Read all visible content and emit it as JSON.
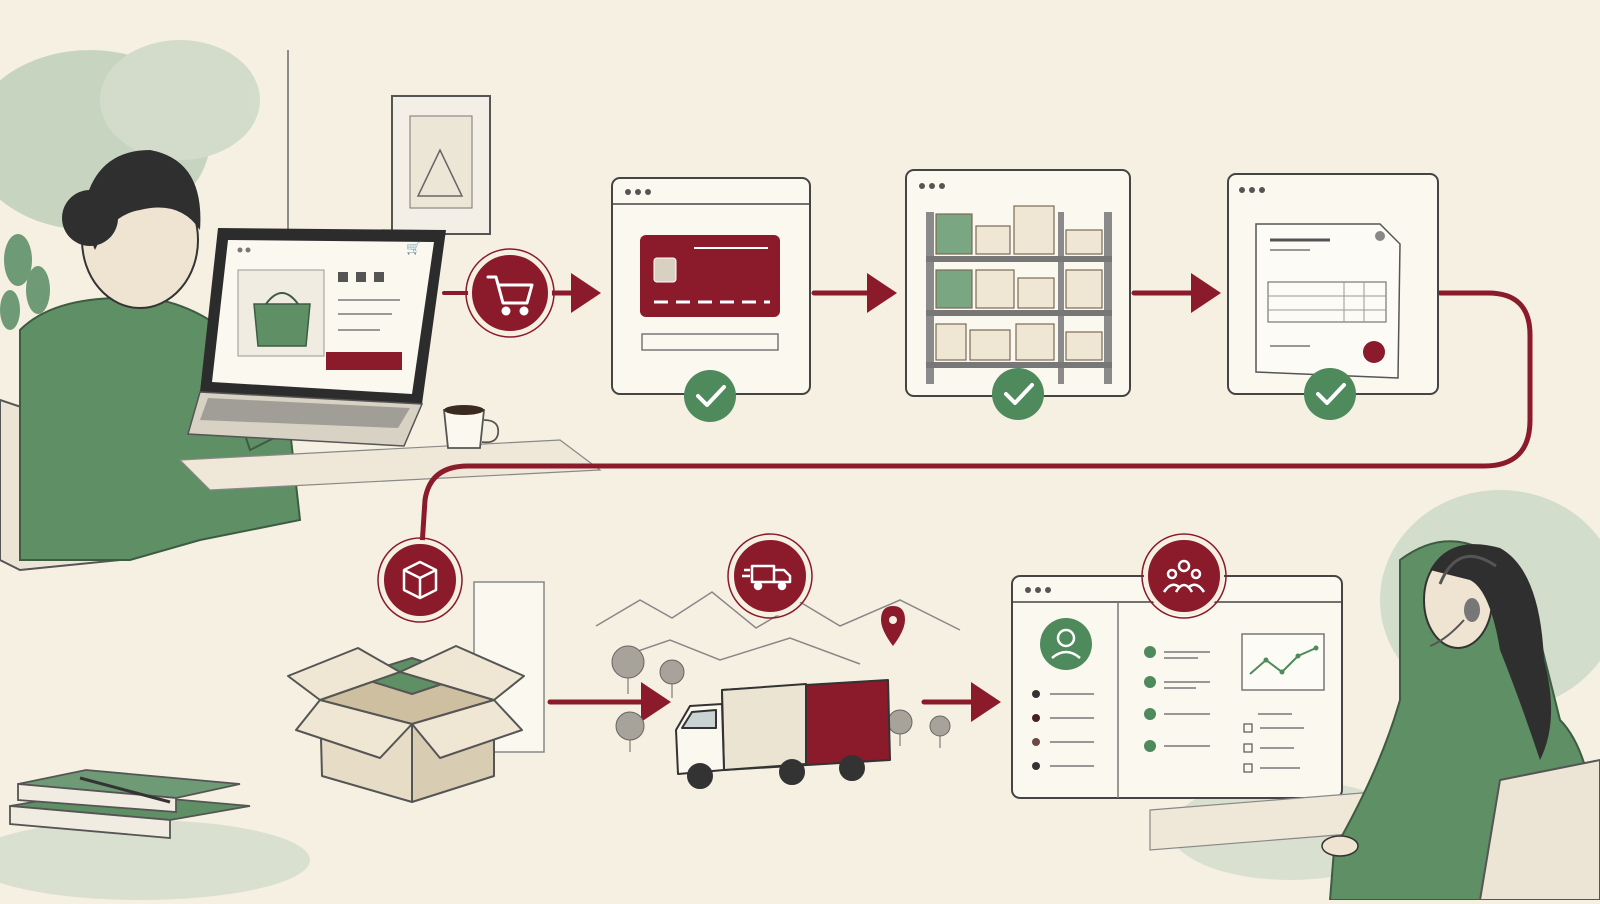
{
  "palette": {
    "paper": "#f6f0e3",
    "ink": "#3a3a3a",
    "accent": "#8b1a2b",
    "green": "#4e8a5b",
    "green_light": "#8fb596",
    "card_bg": "#fbf8f0"
  },
  "flow": {
    "stages": [
      {
        "id": "shop",
        "icon": "shopping-cart-icon",
        "scene": "customer-on-laptop"
      },
      {
        "id": "payment",
        "icon": "credit-card-icon",
        "status": "check-icon"
      },
      {
        "id": "warehouse",
        "icon": "warehouse-shelves-icon",
        "status": "check-icon"
      },
      {
        "id": "invoice",
        "icon": "invoice-document-icon",
        "status": "check-icon"
      },
      {
        "id": "packing",
        "icon": "package-icon",
        "scene": "open-box"
      },
      {
        "id": "delivery",
        "icon": "delivery-truck-icon",
        "scene": "truck-on-road"
      },
      {
        "id": "support",
        "icon": "people-support-icon",
        "scene": "crm-dashboard"
      }
    ]
  }
}
